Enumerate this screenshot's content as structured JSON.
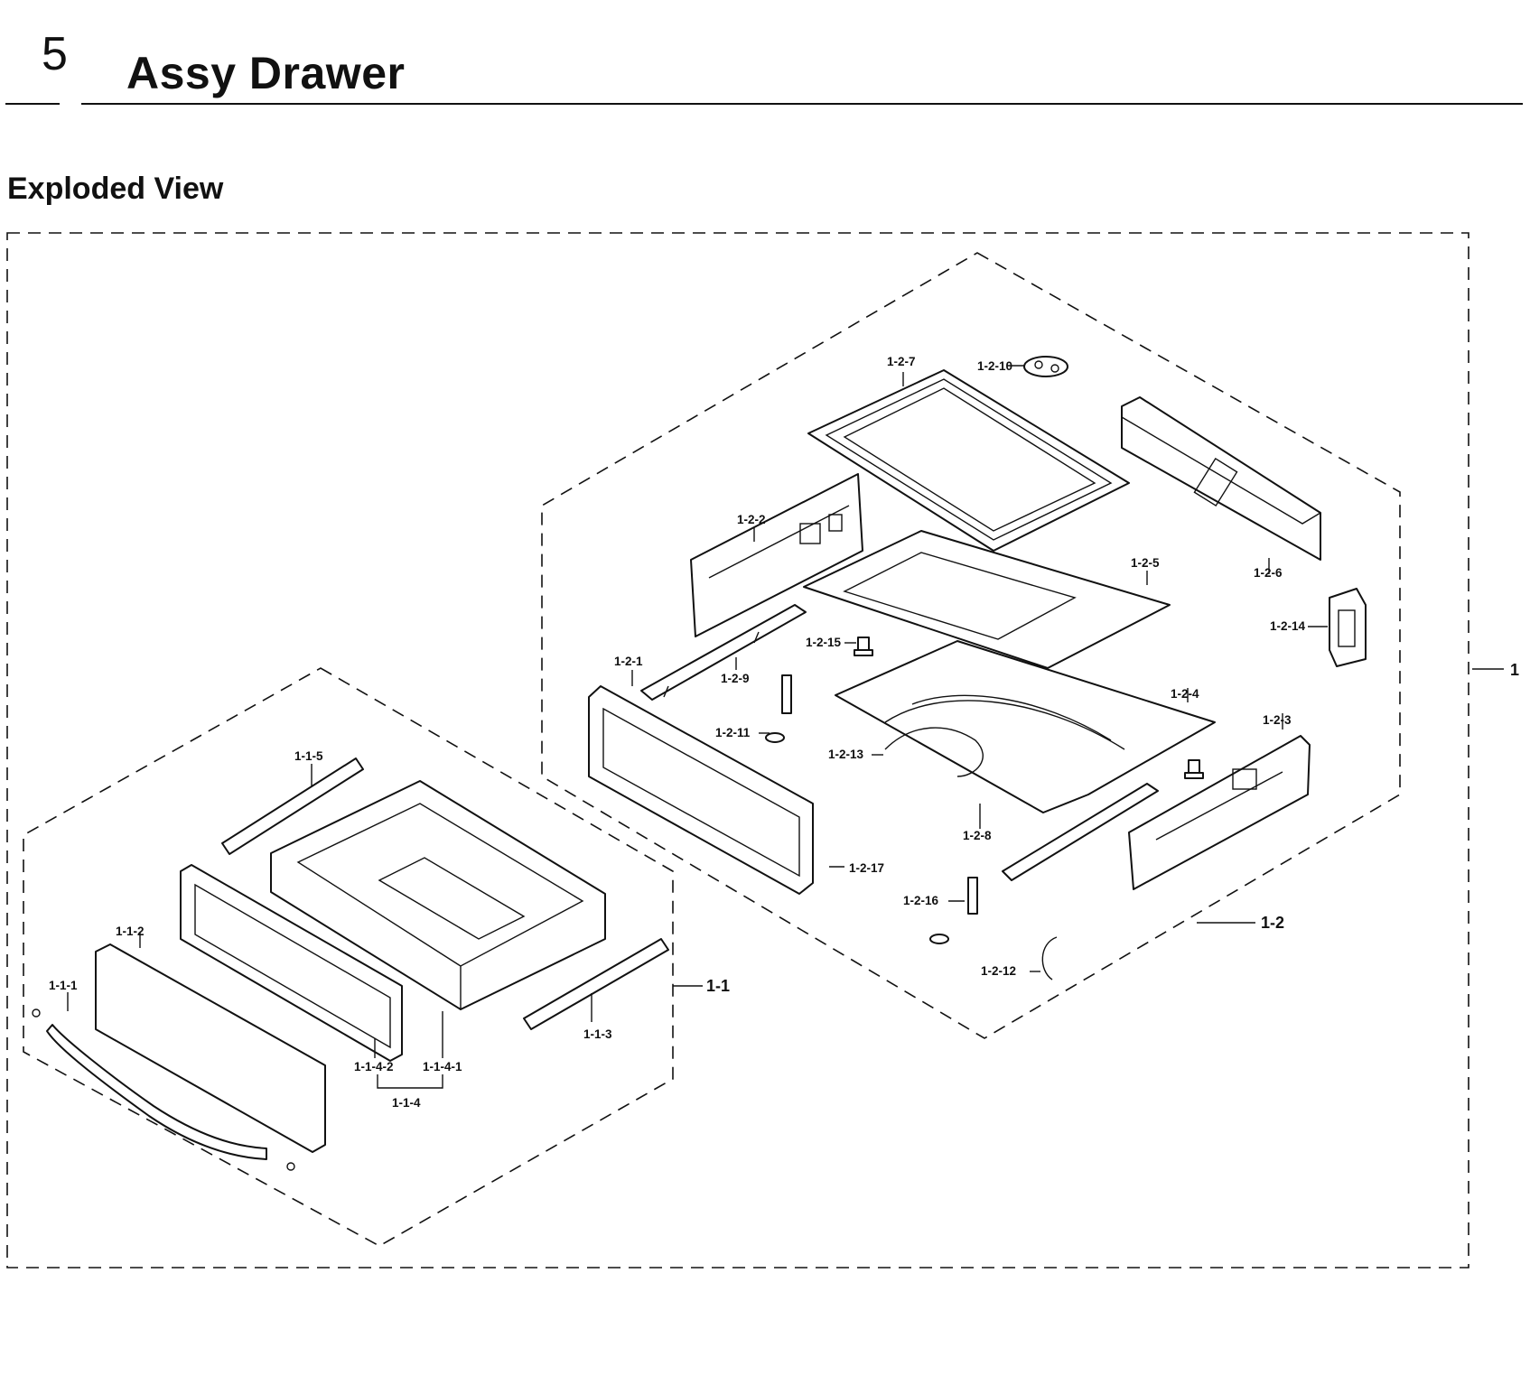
{
  "header": {
    "section_number": "5",
    "title": "Assy Drawer",
    "subtitle": "Exploded View"
  },
  "assemblies": {
    "main": "1",
    "drawer": "1-1",
    "frame": "1-2"
  },
  "drawer_parts": {
    "p111": "1-1-1",
    "p112": "1-1-2",
    "p113": "1-1-3",
    "p114": "1-1-4",
    "p1141": "1-1-4-1",
    "p1142": "1-1-4-2",
    "p115": "1-1-5"
  },
  "frame_parts": {
    "p121": "1-2-1",
    "p122": "1-2-2",
    "p123": "1-2-3",
    "p124": "1-2-4",
    "p125": "1-2-5",
    "p126": "1-2-6",
    "p127": "1-2-7",
    "p128": "1-2-8",
    "p129": "1-2-9",
    "p1210": "1-2-10",
    "p1211": "1-2-11",
    "p1212": "1-2-12",
    "p1213": "1-2-13",
    "p1214": "1-2-14",
    "p1215": "1-2-15",
    "p1216": "1-2-16",
    "p1217": "1-2-17"
  }
}
